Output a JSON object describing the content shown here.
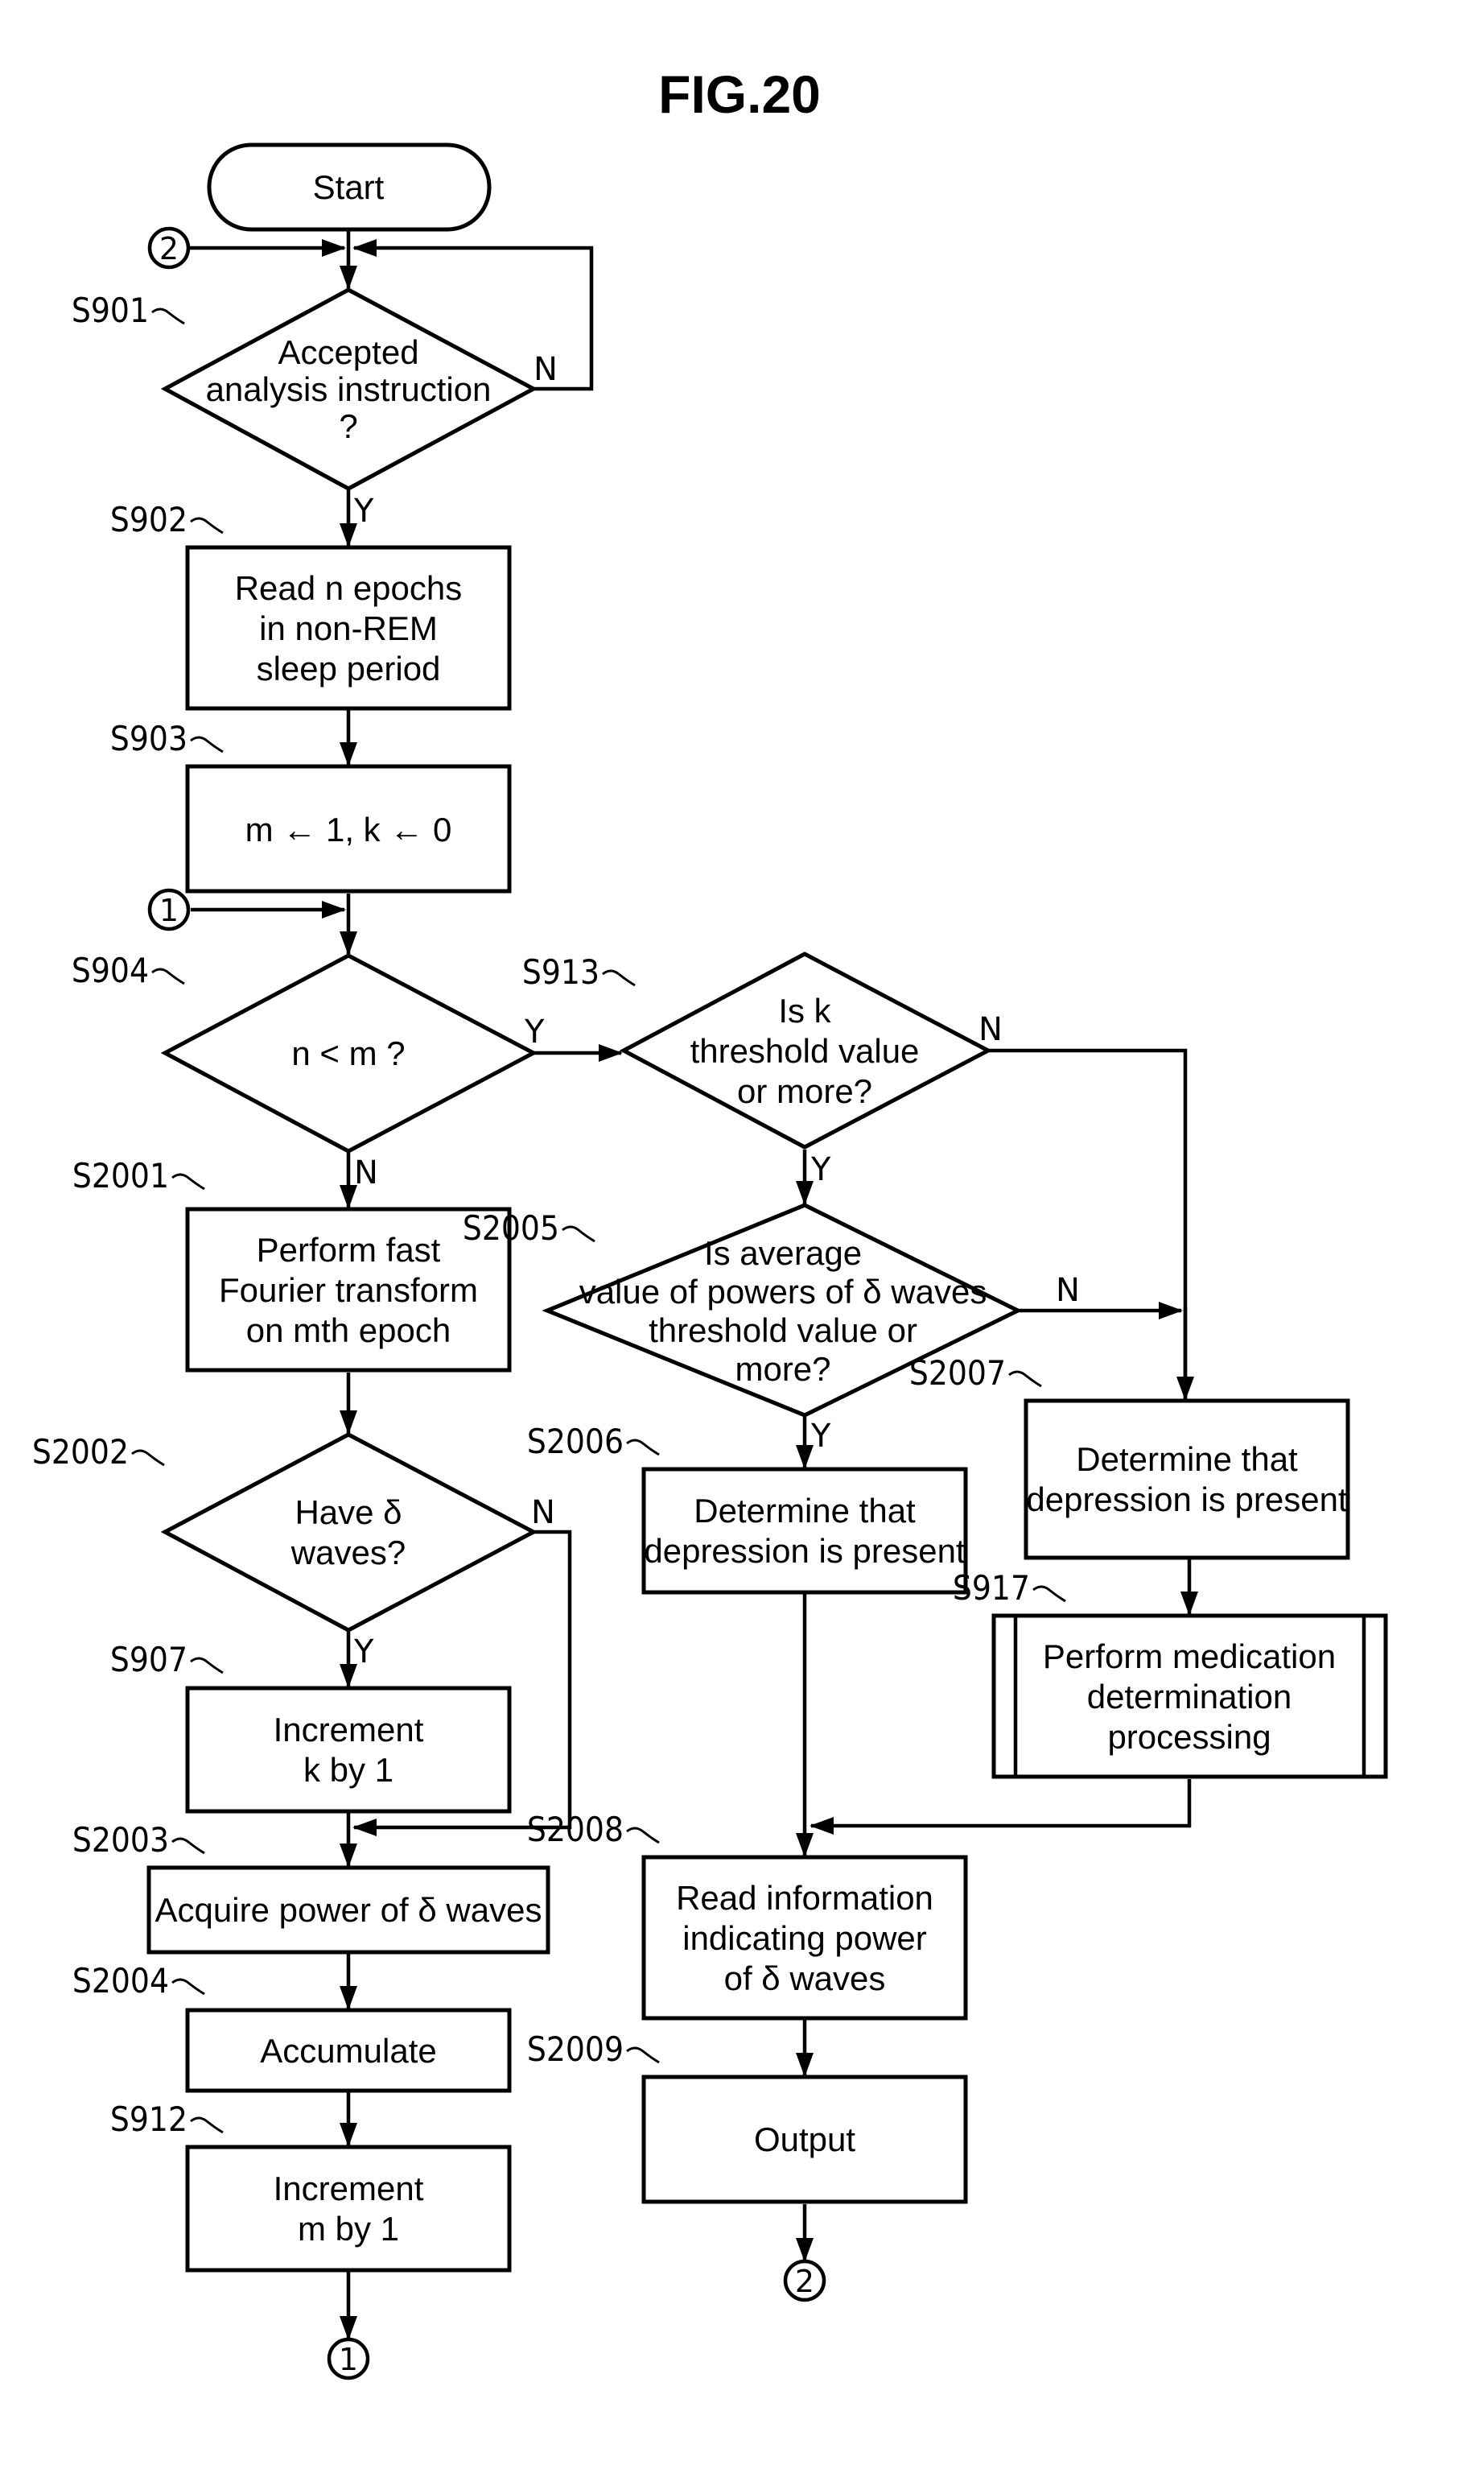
{
  "figure": {
    "title": "FIG.20"
  },
  "connectors": {
    "one": "1",
    "two": "2"
  },
  "labels": {
    "yes": "Y",
    "no": "N"
  },
  "nodes": [
    {
      "id": "start",
      "step": "",
      "lines": [
        "Start"
      ]
    },
    {
      "id": "s901",
      "step": "S901",
      "lines": [
        "Accepted",
        "analysis instruction",
        "?"
      ]
    },
    {
      "id": "s902",
      "step": "S902",
      "lines": [
        "Read n epochs",
        "in non-REM",
        "sleep period"
      ]
    },
    {
      "id": "s903",
      "step": "S903",
      "lines": [
        "m ← 1, k ← 0"
      ]
    },
    {
      "id": "s904",
      "step": "S904",
      "lines": [
        "n < m ?"
      ]
    },
    {
      "id": "s2001",
      "step": "S2001",
      "lines": [
        "Perform fast",
        "Fourier transform",
        "on mth epoch"
      ]
    },
    {
      "id": "s2002",
      "step": "S2002",
      "lines": [
        "Have δ",
        "waves?"
      ]
    },
    {
      "id": "s907",
      "step": "S907",
      "lines": [
        "Increment",
        "k by 1"
      ]
    },
    {
      "id": "s2003",
      "step": "S2003",
      "lines": [
        "Acquire power of δ waves"
      ]
    },
    {
      "id": "s2004",
      "step": "S2004",
      "lines": [
        "Accumulate"
      ]
    },
    {
      "id": "s912",
      "step": "S912",
      "lines": [
        "Increment",
        "m by 1"
      ]
    },
    {
      "id": "s913",
      "step": "S913",
      "lines": [
        "Is k",
        "threshold value",
        "or more?"
      ]
    },
    {
      "id": "s2005",
      "step": "S2005",
      "lines": [
        "Is average",
        "value of powers of δ waves",
        "threshold value or",
        "more?"
      ]
    },
    {
      "id": "s2006",
      "step": "S2006",
      "lines": [
        "Determine that",
        "depression is present"
      ]
    },
    {
      "id": "s2007",
      "step": "S2007",
      "lines": [
        "Determine that",
        "depression is present"
      ]
    },
    {
      "id": "s917",
      "step": "S917",
      "lines": [
        "Perform medication",
        "determination",
        "processing"
      ]
    },
    {
      "id": "s2008",
      "step": "S2008",
      "lines": [
        "Read information",
        "indicating power",
        "of δ waves"
      ]
    },
    {
      "id": "s2009",
      "step": "S2009",
      "lines": [
        "Output"
      ]
    }
  ]
}
